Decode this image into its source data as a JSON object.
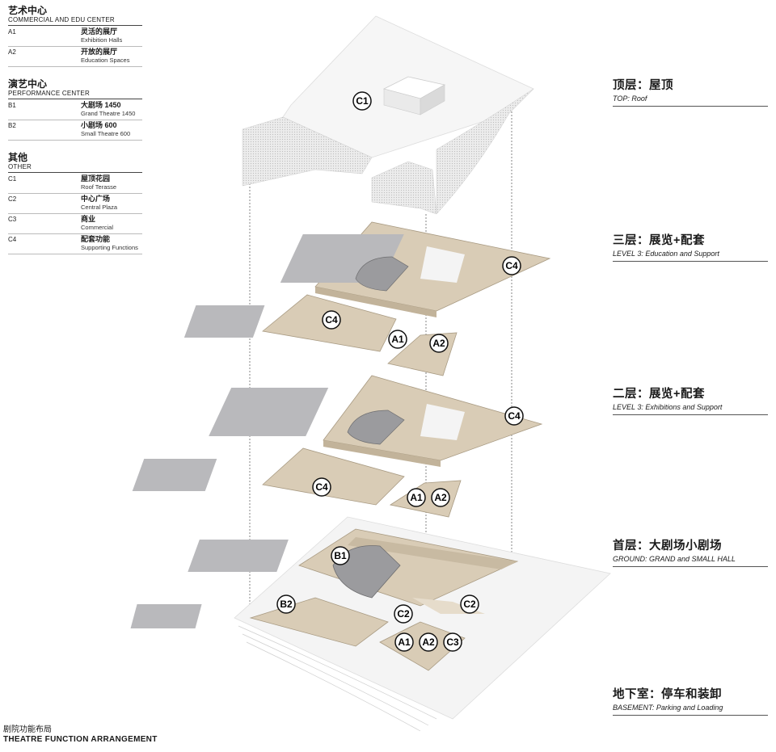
{
  "legend": {
    "groups": [
      {
        "title": "艺术中心",
        "subtitle": "COMMERCIAL AND EDU CENTER",
        "items": [
          {
            "code": "A1",
            "zh": "灵活的展厅",
            "en": "Exhibition Halls"
          },
          {
            "code": "A2",
            "zh": "开放的展厅",
            "en": "Education Spaces"
          }
        ]
      },
      {
        "title": "演艺中心",
        "subtitle": "PERFORMANCE CENTER",
        "items": [
          {
            "code": "B1",
            "zh": "大剧场 1450",
            "en": "Grand Theatre 1450"
          },
          {
            "code": "B2",
            "zh": "小剧场 600",
            "en": "Small Theatre 600"
          }
        ]
      },
      {
        "title": "其他",
        "subtitle": "OTHER",
        "items": [
          {
            "code": "C1",
            "zh": "屋顶花园",
            "en": "Roof Terasse"
          },
          {
            "code": "C2",
            "zh": "中心广场",
            "en": "Central Plaza"
          },
          {
            "code": "C3",
            "zh": "商业",
            "en": "Commercial"
          },
          {
            "code": "C4",
            "zh": "配套功能",
            "en": "Supporting Functions"
          }
        ]
      }
    ]
  },
  "levels": [
    {
      "zh": "顶层：屋顶",
      "en": "TOP: Roof"
    },
    {
      "zh": "三层：展览+配套",
      "en": "LEVEL 3: Education and Support"
    },
    {
      "zh": "二层：展览+配套",
      "en": "LEVEL 3: Exhibitions and Support"
    },
    {
      "zh": "首层：大剧场小剧场",
      "en": "GROUND: GRAND and SMALL HALL"
    },
    {
      "zh": "地下室：停车和装卸",
      "en": "BASEMENT: Parking and Loading"
    }
  ],
  "badges": {
    "roof": [
      "C1"
    ],
    "level3": [
      "C4",
      "C4",
      "A1",
      "A2"
    ],
    "level2": [
      "C4",
      "C4",
      "A1",
      "A2"
    ],
    "ground": [
      "B1",
      "B2",
      "C2",
      "C2",
      "A1",
      "A2",
      "C3"
    ]
  },
  "footer": {
    "zh": "剧院功能布局",
    "en": "THEATRE FUNCTION ARRANGEMENT"
  },
  "colors": {
    "slab": "#d9ccb6",
    "room": "#b9b9bc",
    "roof": "#f2f2f2",
    "line": "#555555"
  }
}
